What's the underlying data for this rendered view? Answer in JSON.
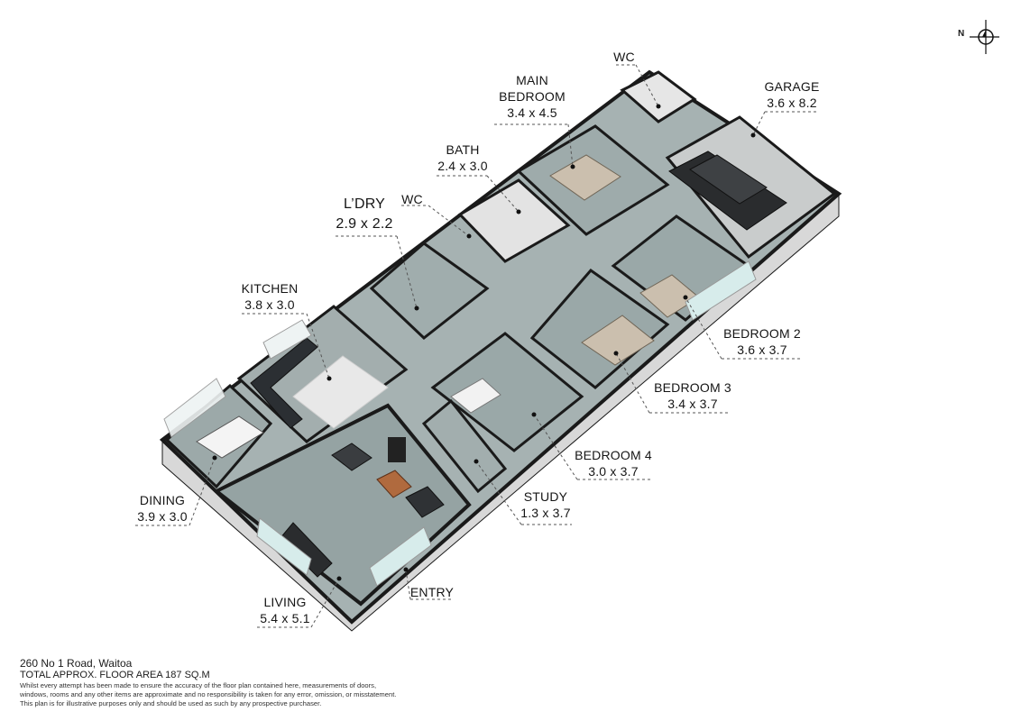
{
  "rooms": {
    "main_bedroom": {
      "name": "MAIN\nBEDROOM",
      "dim": "3.4 x 4.5"
    },
    "wc_top": {
      "name": "WC"
    },
    "garage": {
      "name": "GARAGE",
      "dim": "3.6 x 8.2"
    },
    "bath": {
      "name": "BATH",
      "dim": "2.4 x 3.0"
    },
    "wc_mid": {
      "name": "WC"
    },
    "laundry": {
      "name": "L’DRY",
      "dim": "2.9 x 2.2"
    },
    "kitchen": {
      "name": "KITCHEN",
      "dim": "3.8 x 3.0"
    },
    "bedroom2": {
      "name": "BEDROOM 2",
      "dim": "3.6 x 3.7"
    },
    "bedroom3": {
      "name": "BEDROOM 3",
      "dim": "3.4 x 3.7"
    },
    "bedroom4": {
      "name": "BEDROOM 4",
      "dim": "3.0 x 3.7"
    },
    "study": {
      "name": "STUDY",
      "dim": "1.3 x 3.7"
    },
    "dining": {
      "name": "DINING",
      "dim": "3.9 x 3.0"
    },
    "living": {
      "name": "LIVING",
      "dim": "5.4 x 5.1"
    },
    "entry": {
      "name": "ENTRY"
    }
  },
  "compass": {
    "label": "N",
    "icon": "compass-north-icon"
  },
  "footer": {
    "address": "260 No 1 Road, Waitoa",
    "area": "TOTAL APPROX. FLOOR AREA 187 SQ.M",
    "disclaimer1": "Whilst every attempt has been made to ensure the accuracy of the floor plan contained here, measurements of doors,",
    "disclaimer2": "windows, rooms and any other items are approximate and no responsibility is taken for any error, omission, or misstatement.",
    "disclaimer3": "This plan is for illustrative purposes only and should be used as such by any prospective purchaser."
  },
  "colors": {
    "floor": "#9aa8a8",
    "wall": "#f2f2f2",
    "wall_edge": "#1a1a1a",
    "tile": "#e6e6e6",
    "leader": "#555555"
  }
}
